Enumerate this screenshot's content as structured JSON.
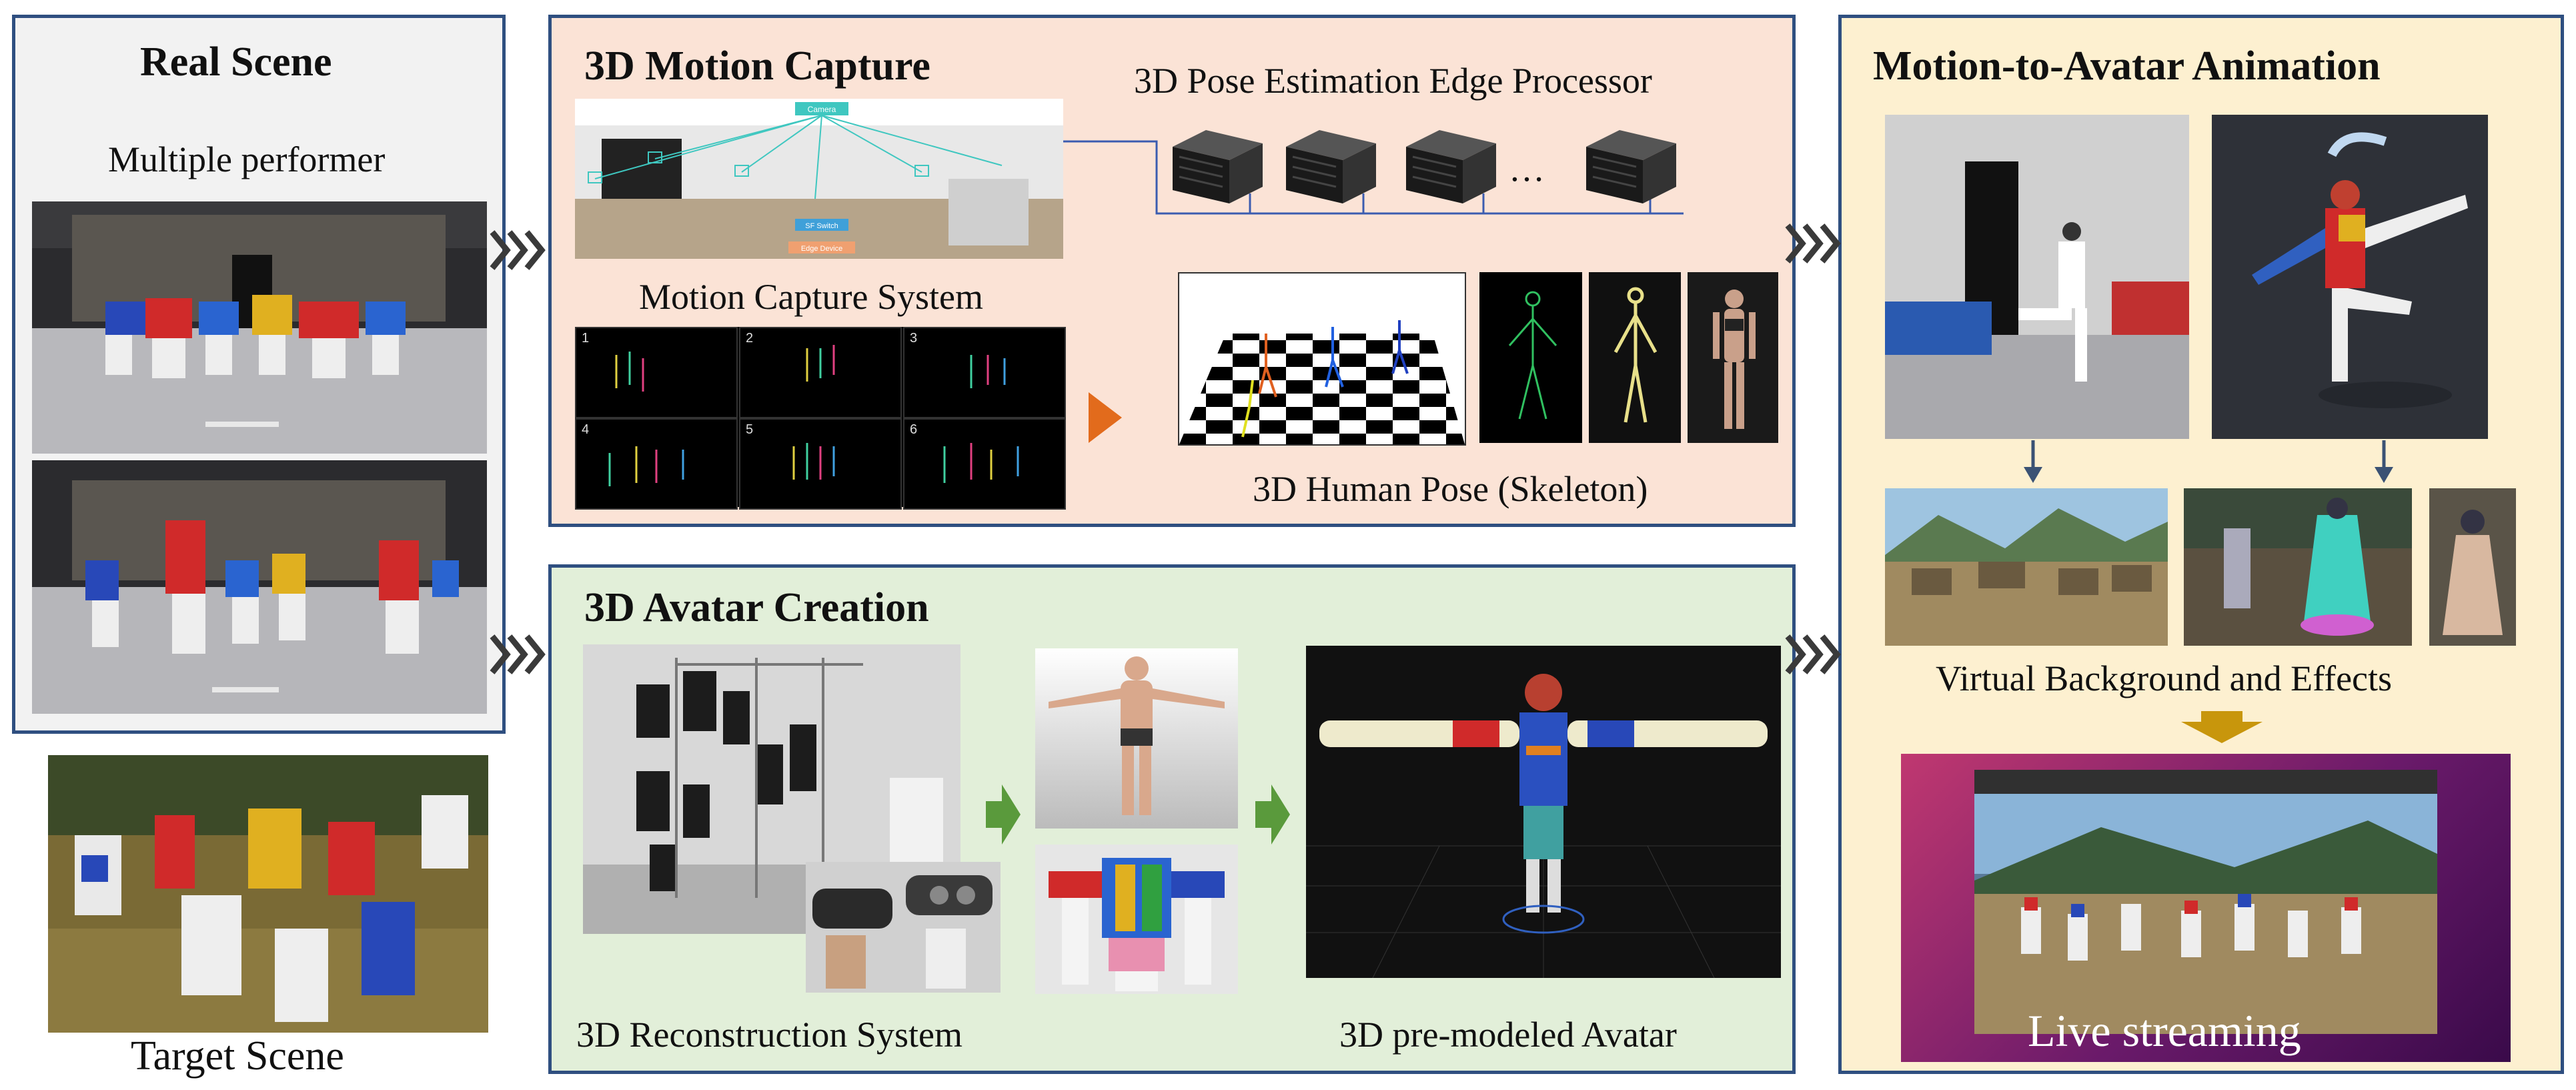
{
  "real_scene": {
    "title": "Real Scene",
    "subtitle": "Multiple performer",
    "target_label": "Target Scene"
  },
  "motion_capture": {
    "title": "3D Motion Capture",
    "edge_processor_label": "3D Pose Estimation Edge Processor",
    "ellipsis": "…",
    "system_label": "Motion Capture System",
    "skeleton_label": "3D Human Pose (Skeleton)",
    "tile_numbers": [
      "1",
      "2",
      "3",
      "4",
      "5",
      "6"
    ],
    "overlay_labels": [
      "Camera",
      "SF Switch",
      "Edge Device"
    ]
  },
  "avatar_creation": {
    "title": "3D Avatar Creation",
    "reconstruction_label": "3D Reconstruction System",
    "avatar_label": "3D pre-modeled Avatar"
  },
  "animation": {
    "title": "Motion-to-Avatar Animation",
    "background_label": "Virtual Background and Effects",
    "streaming_label": "Live streaming"
  },
  "colors": {
    "panel_border": "#2f4f80",
    "real_scene_bg": "#f2f2f2",
    "motion_capture_bg": "#fbe3d6",
    "avatar_creation_bg": "#e2efd9",
    "animation_bg": "#fdf0d0",
    "orange_arrow": "#e26b1c",
    "green_arrow": "#5a9a3c",
    "gold_arrow": "#c8960c",
    "down_arrow": "#3b5274"
  }
}
